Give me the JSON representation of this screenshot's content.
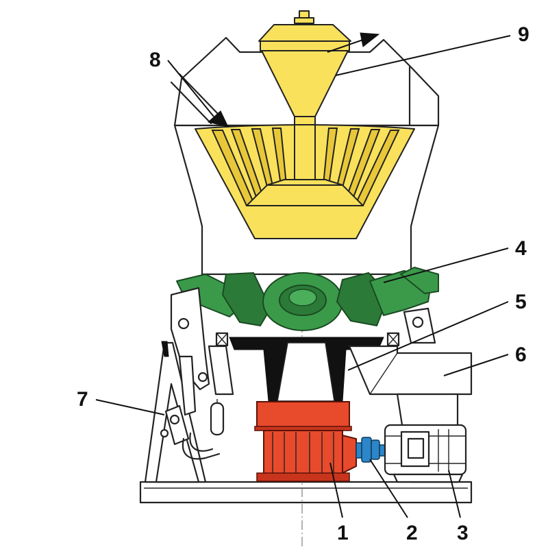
{
  "diagram": {
    "callouts": [
      {
        "id": "1",
        "text": "1"
      },
      {
        "id": "2",
        "text": "2"
      },
      {
        "id": "3",
        "text": "3"
      },
      {
        "id": "4",
        "text": "4"
      },
      {
        "id": "5",
        "text": "5"
      },
      {
        "id": "6",
        "text": "6"
      },
      {
        "id": "7",
        "text": "7"
      },
      {
        "id": "8",
        "text": "8"
      },
      {
        "id": "9",
        "text": "9"
      }
    ],
    "colors": {
      "classifier": "#f9e15c",
      "grinding": "#3a9a4a",
      "gearbox": "#e84a2c",
      "coupling": "#2c86c8"
    }
  }
}
